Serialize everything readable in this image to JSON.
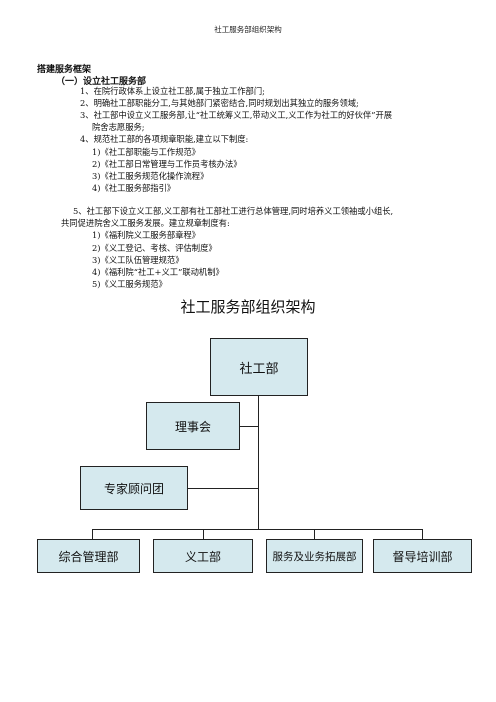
{
  "header": {
    "title": "社工服务部组织架构"
  },
  "section": {
    "title": "搭建服务框架"
  },
  "subsection": {
    "title": "（一）设立社工服务部"
  },
  "items": [
    "1、在院行政体系上设立社工部,属于独立工作部门;",
    "2、明确社工部职能分工,与其她部门紧密结合,同时规划出其独立的服务领域;",
    "3、社工部中设立义工服务部,让“社工统筹义工,带动义工,义工作为社工的好伙伴”开展",
    "院舍志愿服务;",
    "4、规范社工部的各项规章职能,建立以下制度:",
    "1)《社工部职能与工作规范》",
    "2)《社工部日常管理与工作员考核办法》",
    "3)《社工服务规范化操作流程》",
    "4)《社工服务部指引》",
    "5、社工部下设立义工部,义工部有社工部社工进行总体管理,同时培养义工领袖或小组长,",
    "共同促进院舍义工服务发展。建立规章制度有:",
    "1)《福利院义工服务部章程》",
    "2)《义工登记、考核、评估制度》",
    "3)《义工队伍管理规范》",
    "4)《福利院“社工+义工”联动机制》",
    "5)《义工服务规范》"
  ],
  "org_chart": {
    "title": "社工服务部组织架构",
    "root": "社工部",
    "board": "理事会",
    "advisors": "专家顾问团",
    "departments": [
      "综合管理部",
      "义工部",
      "服务及业务拓展部",
      "督导培训部"
    ],
    "box_fill": "#d5e9ee"
  }
}
